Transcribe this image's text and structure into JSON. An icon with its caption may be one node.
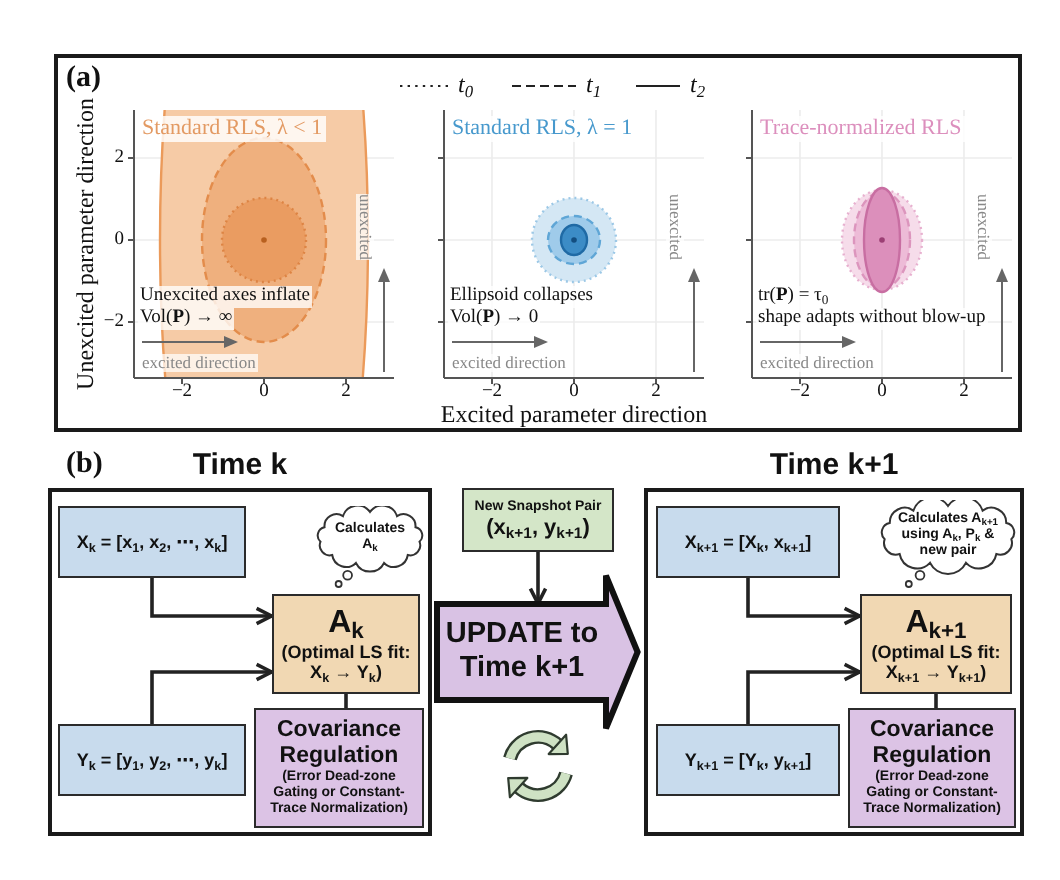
{
  "diagram": {
    "nodes": [
      {
        "text": [
          "Time k"
        ]
      },
      {
        "text": [
          "X$_{k}$ = [x$_{1}$, x$_{2}$, ⋯, x$_{k}$]"
        ],
        "in": 0
      },
      {
        "text": [
          "Calculates A$_{k}$"
        ],
        "in": 0
      },
      {
        "text": [
          "A$_{k}$",
          "(Optimal LS fit: X$_{k}$ → Y$_{k}$)"
        ],
        "in": 0
      },
      {
        "text": [
          "Y$_{k}$ = [y$_{1}$, y$_{2}$, ⋯, y$_{k}$]"
        ],
        "in": 0
      },
      {
        "text": [
          "Covariance Regulation",
          "(Error Dead-zone Gating or Constant-Trace Normalization)"
        ],
        "in": 0
      },
      {
        "text": [
          "New Snapshot Pair",
          "(x$_{k+1}$, y$_{k+1}$)"
        ]
      },
      {
        "text": [
          "UPDATE to Time k+1"
        ]
      },
      {
        "text": [
          "Time k+1"
        ]
      },
      {
        "text": [
          "X$_{k+1}$ = [X$_{k}$, x$_{k+1}$]"
        ],
        "in": 8
      },
      {
        "text": [
          "Calculates A$_{k+1}$ using A$_{k}$, P$_{k}$ & new pair"
        ],
        "in": 8
      },
      {
        "text": [
          "A$_{k+1}$",
          "(Optimal LS fit: X$_{k+1}$ → Y$_{k+1}$)"
        ],
        "in": 8
      },
      {
        "text": [
          "Y$_{k+1}$ = [Y$_{k}$, y$_{k+1}$]"
        ],
        "in": 8
      },
      {
        "text": [
          "Covariance Regulation",
          "(Error Dead-zone Gating or Constant-Trace Normalization)"
        ],
        "in": 8
      }
    ],
    "edges": [
      {
        "from": 1,
        "to": 3,
        "arrow": "to"
      },
      {
        "from": 4,
        "to": 3,
        "arrow": "to"
      },
      {
        "from": 3,
        "to": 5,
        "arrow": "none"
      },
      {
        "from": 6,
        "to": 7,
        "arrow": "to"
      },
      {
        "from": 9,
        "to": 11,
        "arrow": "to"
      },
      {
        "from": 12,
        "to": 11,
        "arrow": "to"
      },
      {
        "from": 11,
        "to": 13,
        "arrow": "none"
      }
    ],
    "labels": [
      "(a)",
      "Unexcited parameter direction",
      "Standard RLS, λ < 1",
      "2",
      "0",
      "−2",
      "Unexcited axes inflate",
      "Vol(**P**) → ∞",
      "excited direction",
      "unexcited",
      "−2",
      "0",
      "2",
      "Standard RLS, λ = 1",
      "Ellipsoid collapses",
      "Vol(**P**) → 0",
      "excited direction",
      "unexcited",
      "−2",
      "0",
      "2",
      "Trace-normalized RLS",
      "tr(**P**) = τ$_{0}$",
      "shape adapts without blow-up",
      "excited direction",
      "unexcited",
      "−2",
      "0",
      "2",
      "Excited parameter direction",
      "(b)"
    ],
    "legend": [
      {
        "text": "t$_{0}$"
      },
      {
        "text": "t$_{1}$"
      },
      {
        "text": "t$_{2}$"
      }
    ]
  }
}
